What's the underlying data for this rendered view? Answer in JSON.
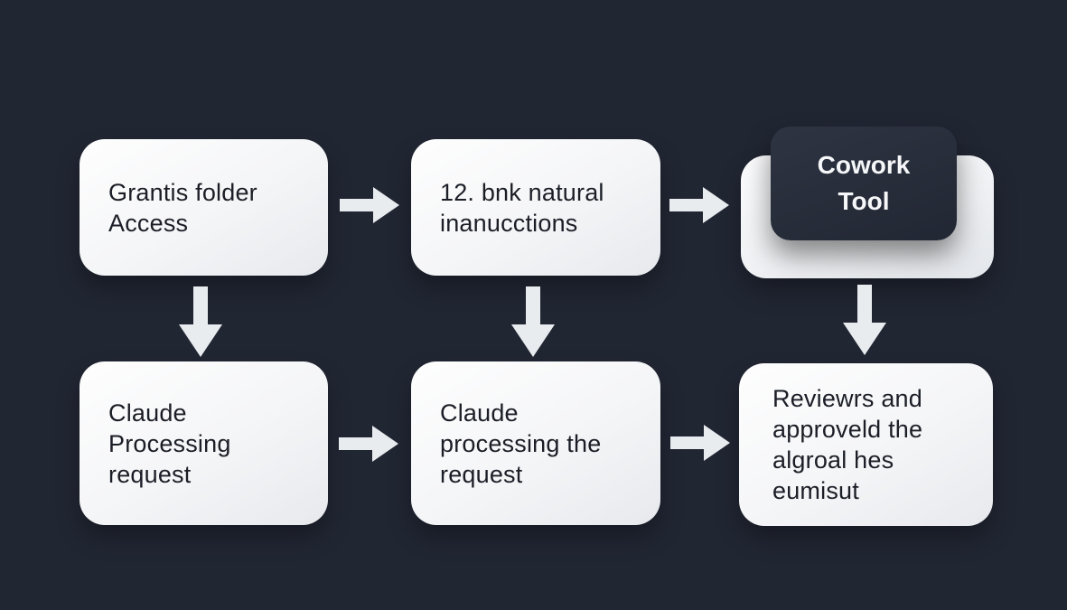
{
  "diagram": {
    "type": "flowchart",
    "background_color": "#212633",
    "node_fill": "#f4f5f7",
    "dark_node_fill": "#262b38",
    "node_text_color": "#1b1e26",
    "dark_node_text_color": "#f6f7f9",
    "arrow_color": "#e9ecef",
    "nodes": {
      "grant_access": {
        "label": "Grantis folder\nAccess"
      },
      "bank_natural": {
        "label": "12. bnk natural\ninanucctions"
      },
      "cowork_tool": {
        "label": "Cowork\nTool"
      },
      "claude_processing": {
        "label": "Claude\nProcessing\nrequest"
      },
      "claude_processing2": {
        "label": "Claude\nprocessing the\nrequest"
      },
      "review_approve": {
        "label": "Reviewrs and\napproveld the\nalgroal hes\neumisut"
      }
    },
    "edges": [
      {
        "from": "grant_access",
        "to": "bank_natural",
        "direction": "right"
      },
      {
        "from": "bank_natural",
        "to": "cowork_tool",
        "direction": "right"
      },
      {
        "from": "grant_access",
        "to": "claude_processing",
        "direction": "down"
      },
      {
        "from": "bank_natural",
        "to": "claude_processing2",
        "direction": "down"
      },
      {
        "from": "cowork_tool",
        "to": "review_approve",
        "direction": "down"
      },
      {
        "from": "claude_processing",
        "to": "claude_processing2",
        "direction": "right"
      },
      {
        "from": "claude_processing2",
        "to": "review_approve",
        "direction": "right"
      }
    ]
  }
}
